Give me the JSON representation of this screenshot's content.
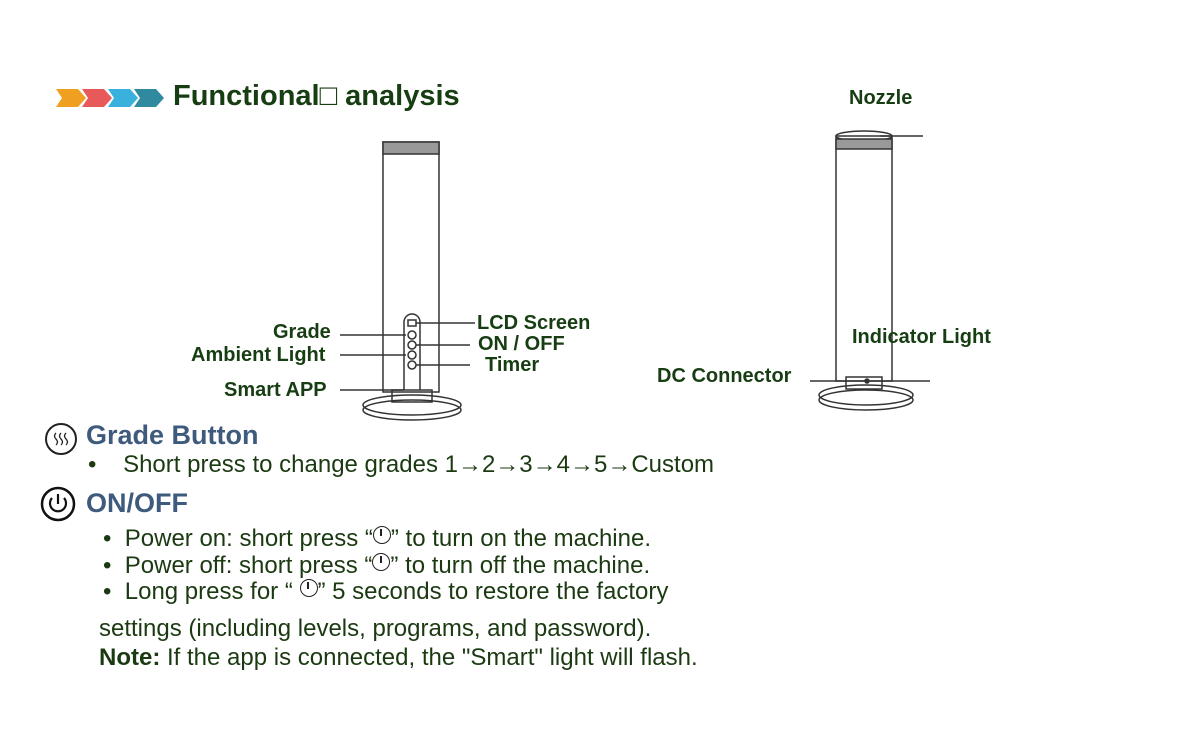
{
  "header": {
    "title": "Functional□ analysis",
    "chevron_colors": [
      "#f0a020",
      "#e85a5a",
      "#3ab0dc",
      "#2f8aa0"
    ]
  },
  "diagram_left": {
    "grade": "Grade",
    "ambient": "Ambient Light",
    "smart": "Smart APP",
    "lcd": "LCD Screen",
    "onoff": "ON / OFF",
    "timer": "Timer"
  },
  "diagram_right": {
    "nozzle": "Nozzle",
    "indicator": "Indicator Light",
    "dc": "DC Connector"
  },
  "grade_section": {
    "heading": "Grade Button",
    "bullet": "Short press to change grades 1→2→3→4→5→Custom"
  },
  "onoff_section": {
    "heading": "ON/OFF",
    "b1a": "Power on: short press “",
    "b1b": "” to turn on the machine.",
    "b2a": "Power off: short press “",
    "b2b": "” to turn off the machine.",
    "b3a": "Long press for “ ",
    "b3b": "” 5 seconds to restore the factory",
    "cont": "settings (including levels, programs, and password).",
    "note_label": "Note:",
    "note": " If the app is connected, the \"Smart\" light will flash."
  }
}
